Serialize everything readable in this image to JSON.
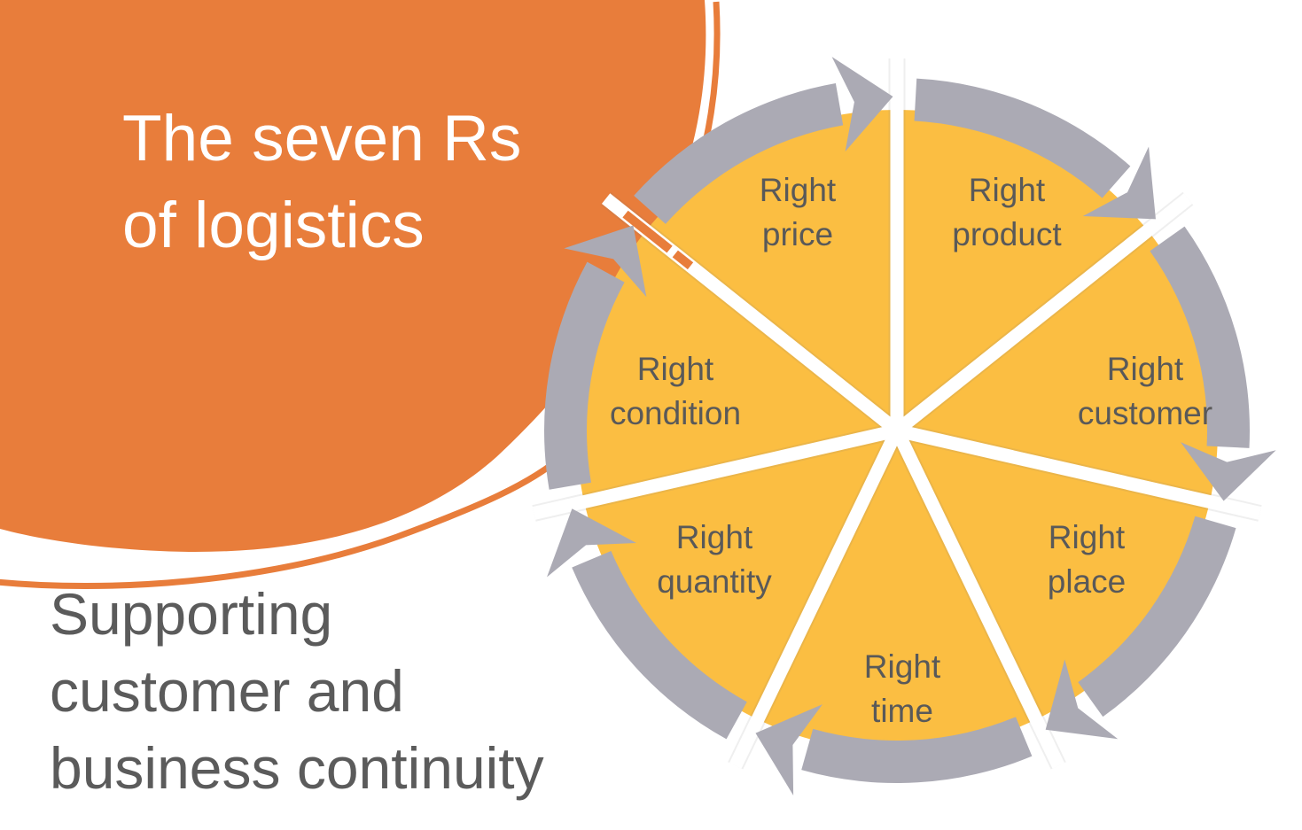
{
  "slide": {
    "title": "The seven Rs\nof logistics",
    "subtitle": "Supporting\ncustomer and\nbusiness continuity"
  },
  "diagram": {
    "type": "cycle",
    "direction": "clockwise",
    "segment_count": 7,
    "segments": [
      {
        "label": "Right\nproduct"
      },
      {
        "label": "Right\ncustomer"
      },
      {
        "label": "Right\nplace"
      },
      {
        "label": "Right\ntime"
      },
      {
        "label": "Right\nquantity"
      },
      {
        "label": "Right\ncondition"
      },
      {
        "label": "Right\nprice"
      }
    ],
    "colors": {
      "background": "#ffffff",
      "blob": "#E87D3B",
      "segment_fill": "#FBBE42",
      "ring_arrow": "#ABAAB4",
      "divider": "#ffffff",
      "label_text": "#595959",
      "title_text": "#ffffff",
      "subtitle_text": "#5b5b5b"
    }
  }
}
